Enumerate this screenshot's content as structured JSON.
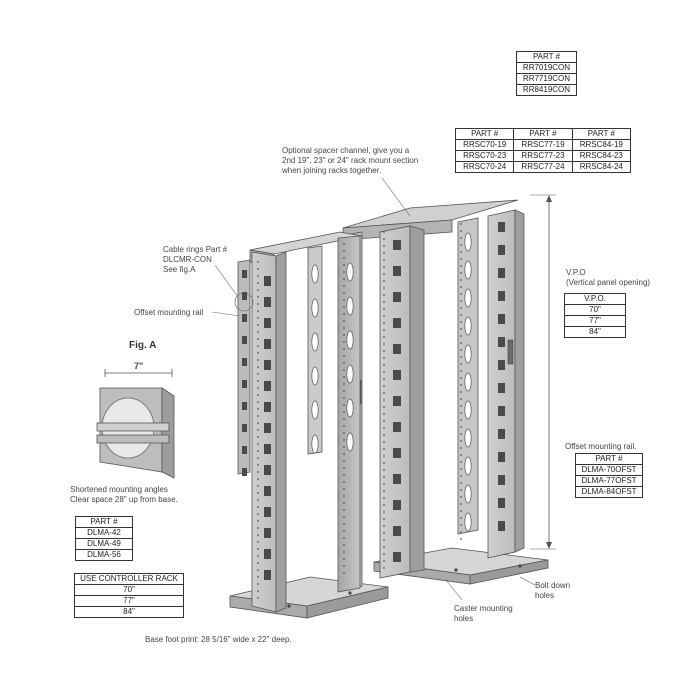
{
  "tables": {
    "rack_parts": {
      "header": "PART #",
      "rows": [
        "RR7019CON",
        "RR7719CON",
        "RR8419CON"
      ]
    },
    "spacer": {
      "headers": [
        "PART #",
        "PART #",
        "PART #"
      ],
      "rows": [
        [
          "RRSC70-19",
          "RRSC77-19",
          "RRSC84-19"
        ],
        [
          "RRSC70-23",
          "RRSC77-23",
          "RRSC84-23"
        ],
        [
          "RRSC70-24",
          "RRSC77-24",
          "RRSC84-24"
        ]
      ]
    },
    "vpo": {
      "header": "V.P.O.",
      "rows": [
        "70\"",
        "77\"",
        "84\""
      ]
    },
    "offset": {
      "header": "PART #",
      "rows": [
        "DLMA-70OFST",
        "DLMA-77OFST",
        "DLMA-84OFST"
      ]
    },
    "shortened": {
      "header": "PART #",
      "rows": [
        "DLMA-42",
        "DLMA-49",
        "DLMA-56"
      ]
    },
    "controller": {
      "header": "USE CONTROLLER RACK",
      "rows": [
        "70\"",
        "77\"",
        "84\""
      ]
    }
  },
  "labels": {
    "spacer_line1": "Optional spacer channel, give you a",
    "spacer_line2": "2nd 19\", 23\" or 24\" rack mount section",
    "spacer_line3": "when joining racks together.",
    "cable_line1": "Cable rings Part #",
    "cable_line2": "DLCMR-CON",
    "cable_line3": "See fig.A",
    "offset_rail": "Offset mounting rail",
    "fig_a": "Fig. A",
    "fig_a_width": "7\"",
    "vpo_line1": "V.P.O",
    "vpo_line2": "(Vertical panel opening)",
    "offset_rail_title": "Offset mounting rail.",
    "shortened_line1": "Shortened mounting angles",
    "shortened_line2": "Clear space 28\" up from base.",
    "bolt_line1": "Bolt down",
    "bolt_line2": "holes",
    "caster_line1": "Caster mounting",
    "caster_line2": "holes",
    "footprint": "Base foot print: 28 5/16\" wide x 22\" deep."
  },
  "colors": {
    "metal_light": "#d4d4d4",
    "metal_mid": "#b9b9b9",
    "metal_dark": "#8f8f8f",
    "outline": "#555555",
    "slot": "#444444"
  }
}
